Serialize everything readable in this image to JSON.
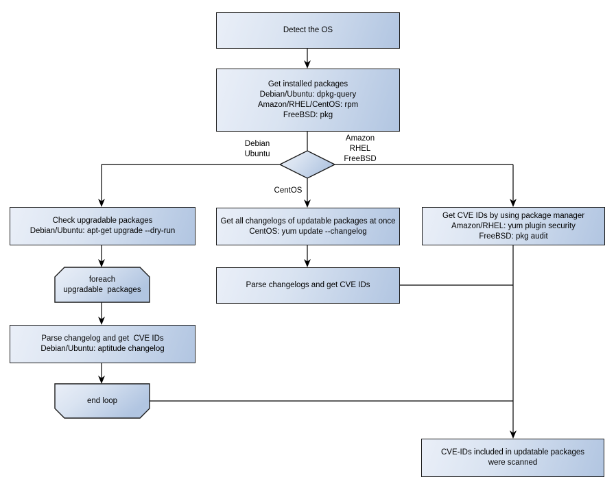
{
  "diagram": {
    "title": "OS package CVE scan flowchart",
    "colors": {
      "background": "#ffffff",
      "node_fill_light": "#eaeff8",
      "node_fill_dark": "#b1c5e1",
      "node_border": "#1b1b1b",
      "connector": "#000000",
      "text": "#000000"
    },
    "nodes": {
      "detect_os": {
        "label": "Detect the OS"
      },
      "get_installed": {
        "label": "Get installed packages\nDebian/Ubuntu: dpkg-query\nAmazon/RHEL/CentOS: rpm\nFreeBSD: pkg"
      },
      "check_upgradable": {
        "label": "Check upgradable packages\nDebian/Ubuntu: apt-get upgrade --dry-run"
      },
      "foreach_loop": {
        "label": "foreach\nupgradable  packages"
      },
      "parse_changelog": {
        "label": "Parse changelog and get  CVE IDs\nDebian/Ubuntu: aptitude changelog"
      },
      "end_loop": {
        "label": "end loop"
      },
      "get_all_changelogs": {
        "label": "Get all changelogs of updatable packages at once\nCentOS: yum update --changelog"
      },
      "parse_changelogs": {
        "label": "Parse changelogs and get CVE IDs"
      },
      "get_cve_ids": {
        "label": "Get CVE IDs by using package manager\nAmazon/RHEL: yum plugin security\nFreeBSD: pkg audit"
      },
      "scanned": {
        "label": "CVE-IDs included in updatable packages\nwere scanned"
      }
    },
    "edge_labels": {
      "debian_ubuntu": "Debian\nUbuntu",
      "amazon_rhel_freebsd": "Amazon\nRHEL\nFreeBSD",
      "centos": "CentOS"
    }
  }
}
